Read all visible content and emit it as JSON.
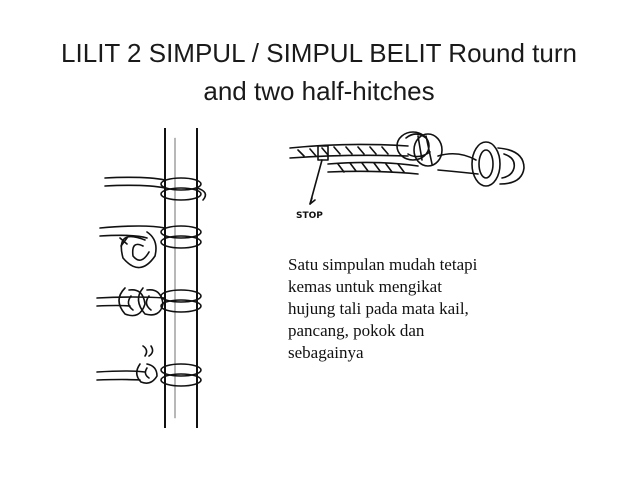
{
  "slide": {
    "title_line1": "LILIT 2 SIMPUL / SIMPUL BELIT Round turn",
    "title_line2": "and two half-hitches",
    "figure_right_label": "STOP",
    "body_lines": [
      "Satu simpulan mudah tetapi",
      "kemas untuk mengikat",
      "hujung tali pada mata kail,",
      "pancang, pokok dan",
      "sebagainya"
    ]
  },
  "icons": {
    "left_figure": "round-turn-two-half-hitches-steps-illustration",
    "right_figure": "rope-through-ring-illustration"
  }
}
